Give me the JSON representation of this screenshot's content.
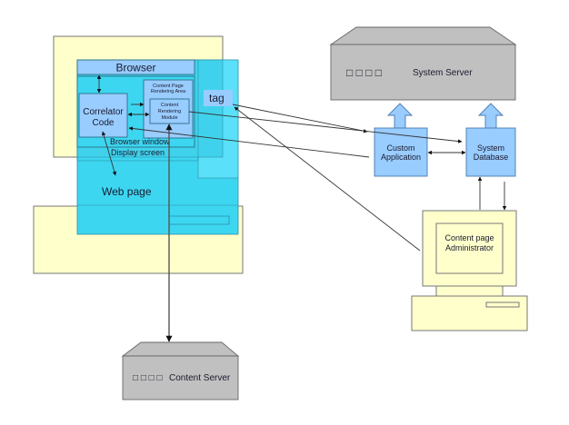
{
  "colors": {
    "cream": "#ffffcc",
    "cyan": "#3dd6f0",
    "cyan_light": "#55ddf5",
    "blue_box": "#99ccff",
    "server_gray": "#c0c0c0",
    "stroke": "#555555"
  },
  "client": {
    "browser_label": "Browser",
    "correlator_label_1": "Correlator",
    "correlator_label_2": "Code",
    "rendering_area_1": "Content Page",
    "rendering_area_2": "Rendering Area",
    "module_1": "Content",
    "module_2": "Rendering",
    "module_3": "Module",
    "browser_window_label": "Browser window",
    "display_screen_label": "Display screen",
    "web_page_label": "Web page",
    "tag_label": "tag"
  },
  "system_server": {
    "glyphs": "□ □ □ □",
    "label": "System Server"
  },
  "custom_application": {
    "label_1": "Custom",
    "label_2": "Application"
  },
  "system_database": {
    "label_1": "System",
    "label_2": "Database"
  },
  "administrator": {
    "label_1": "Content page",
    "label_2": "Administrator"
  },
  "content_server": {
    "glyphs": "□ □ □ □",
    "label": "Content Server"
  }
}
